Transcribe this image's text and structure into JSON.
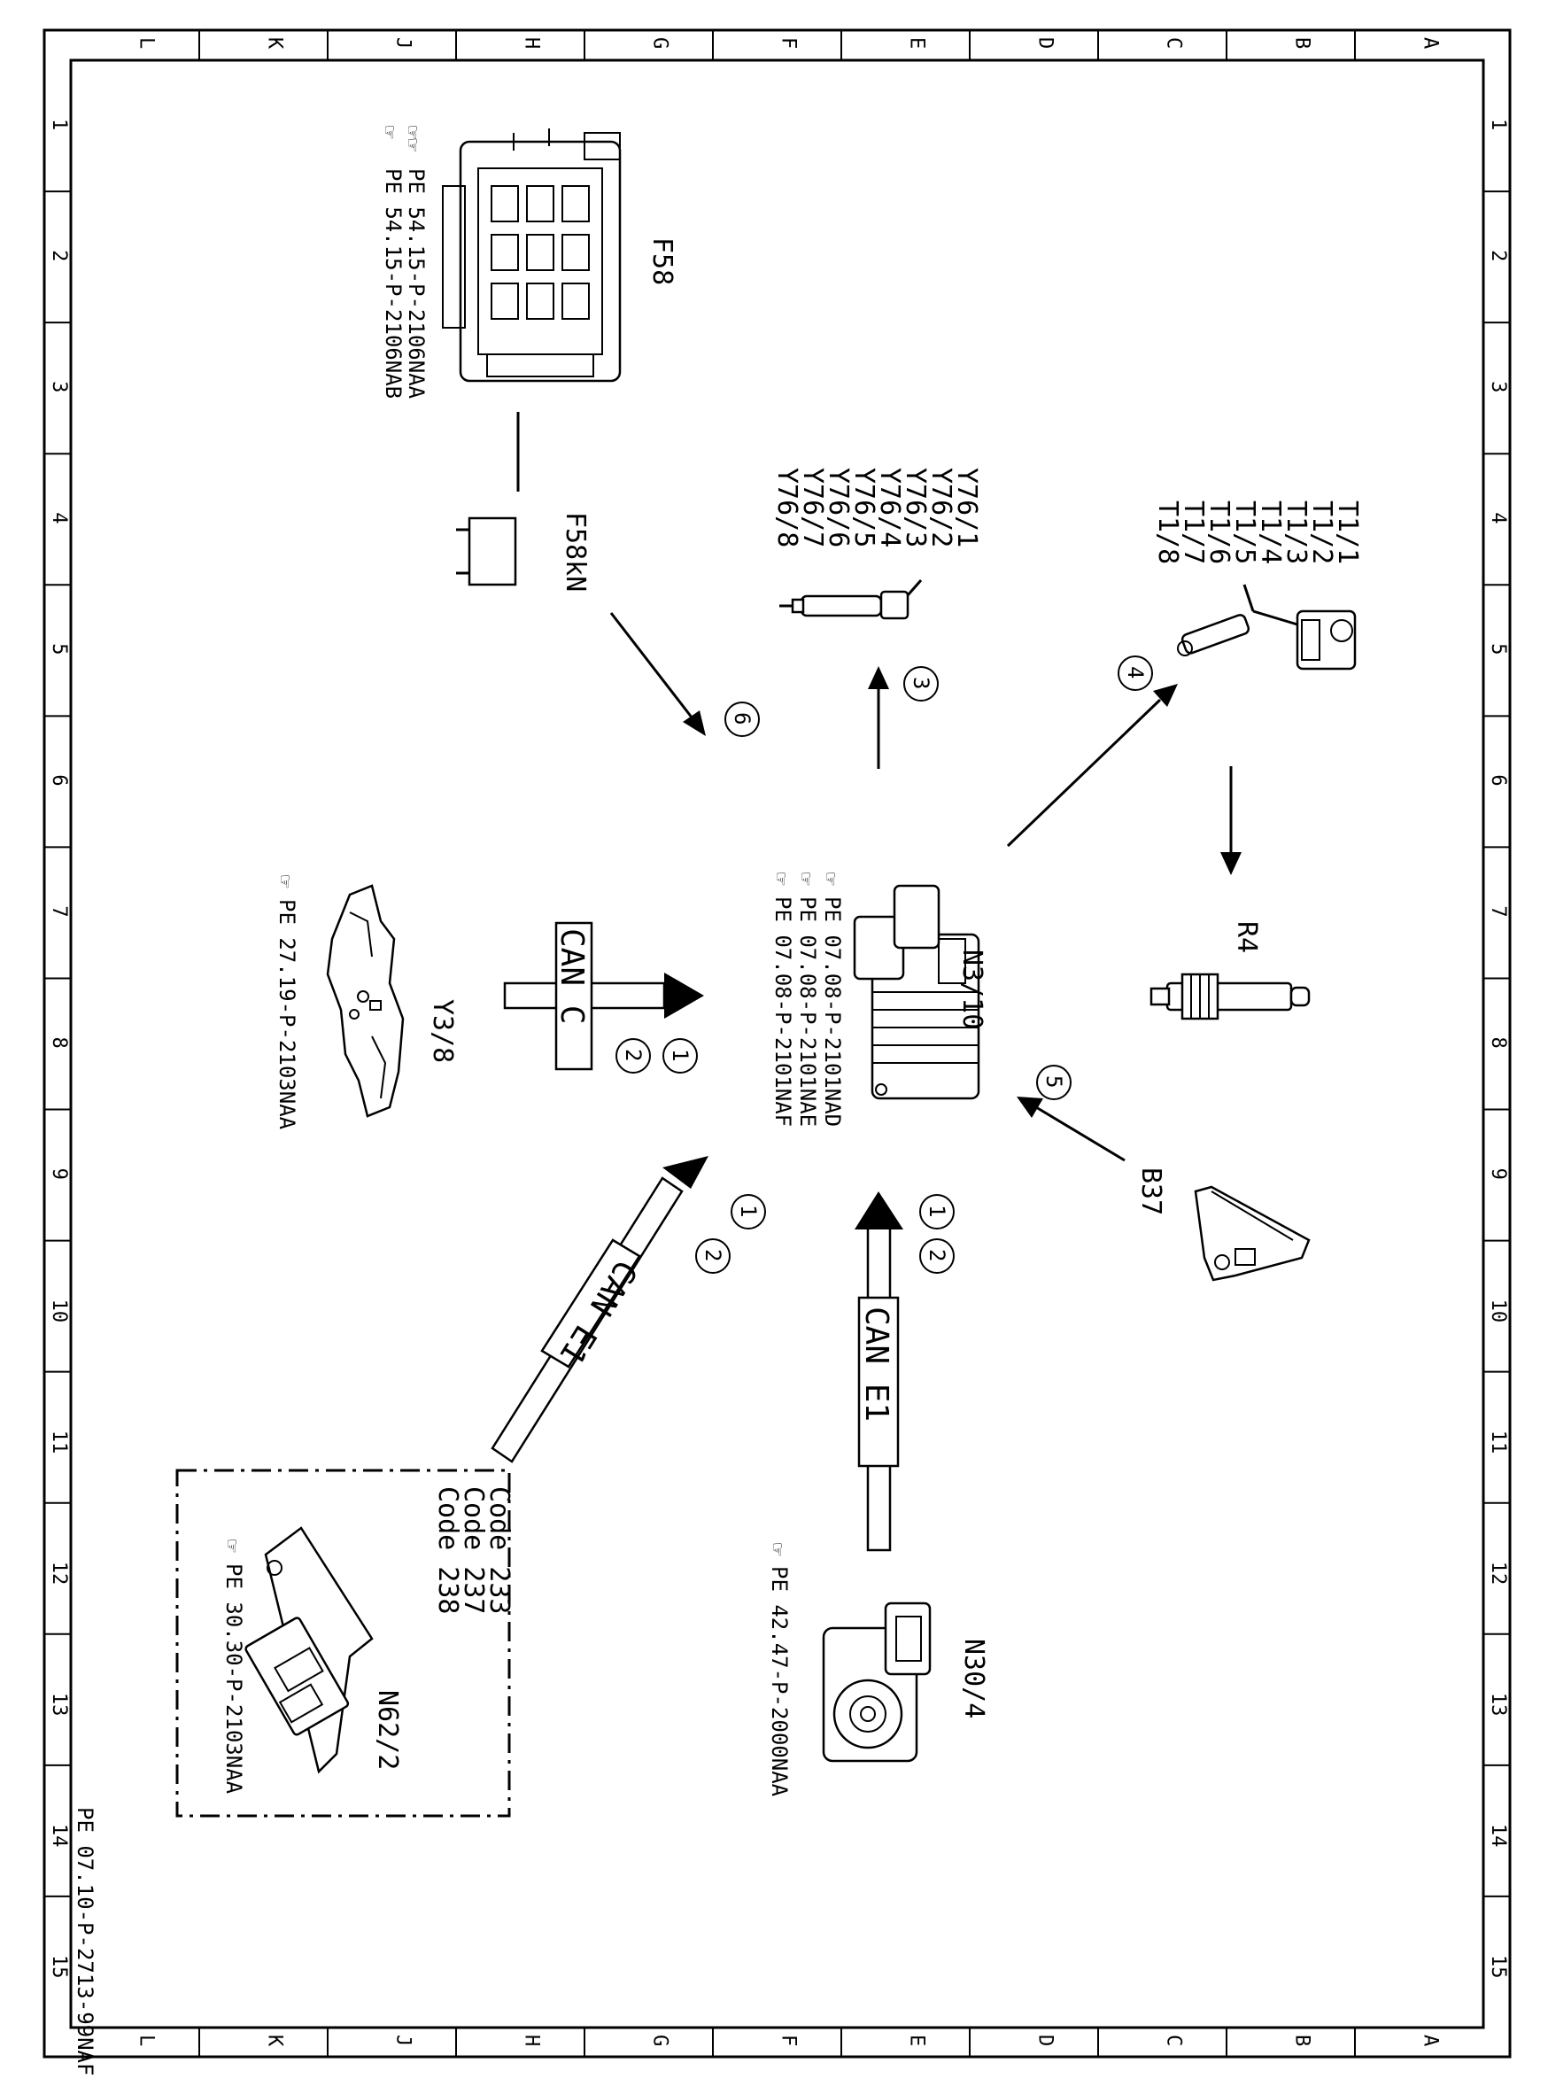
{
  "document_ref": "PE 07.10-P-2713-99NAF",
  "grid": {
    "letters": [
      "L",
      "K",
      "J",
      "H",
      "G",
      "F",
      "E",
      "D",
      "C",
      "B",
      "A"
    ],
    "numbers": [
      "1",
      "2",
      "3",
      "4",
      "5",
      "6",
      "7",
      "8",
      "9",
      "10",
      "11",
      "12",
      "13",
      "14",
      "15"
    ]
  },
  "components": {
    "f58": {
      "label": "F58",
      "refs": [
        "PE 54.15-P-2106NAA",
        "PE 54.15-P-2106NAB"
      ]
    },
    "f58kn": {
      "label": "F58kN"
    },
    "y76": {
      "labels": [
        "Y76/1",
        "Y76/2",
        "Y76/3",
        "Y76/4",
        "Y76/5",
        "Y76/6",
        "Y76/7",
        "Y76/8"
      ]
    },
    "t1": {
      "labels": [
        "T1/1",
        "T1/2",
        "T1/3",
        "T1/4",
        "T1/5",
        "T1/6",
        "T1/7",
        "T1/8"
      ]
    },
    "n3_10": {
      "label": "N3/10",
      "refs": [
        "PE 07.08-P-2101NAD",
        "PE 07.08-P-2101NAE",
        "PE 07.08-P-2101NAF"
      ]
    },
    "r4": {
      "label": "R4"
    },
    "y3_8": {
      "label": "Y3/8",
      "refs": [
        "PE 27.19-P-2103NAA"
      ]
    },
    "b37": {
      "label": "B37"
    },
    "n62_2": {
      "label": "N62/2",
      "codes": [
        "Code 233",
        "Code 237",
        "Code 238"
      ],
      "refs": [
        "PE 30.30-P-2103NAA"
      ]
    },
    "n30_4": {
      "label": "N30/4",
      "refs": [
        "PE 42.47-P-2000NAA"
      ]
    }
  },
  "connections": {
    "can_c": "CAN C",
    "can_e1_diag": "CAN E1",
    "can_e1_vert": "CAN E1",
    "callouts": [
      "1",
      "2",
      "3",
      "4",
      "5",
      "6"
    ]
  }
}
